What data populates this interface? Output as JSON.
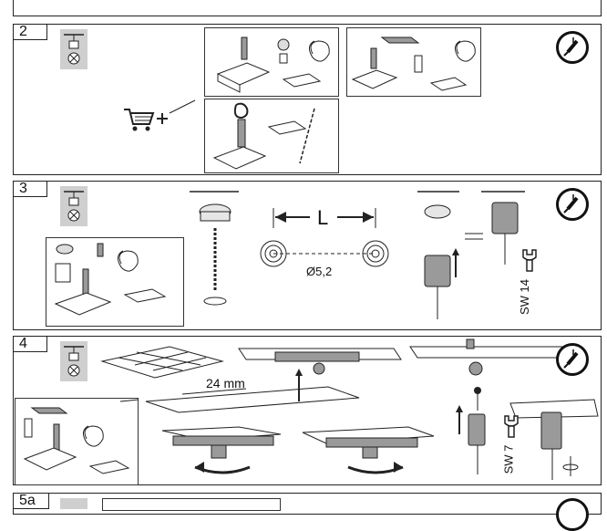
{
  "steps": [
    {
      "number": "2"
    },
    {
      "number": "3"
    },
    {
      "number": "4"
    },
    {
      "number": "5a"
    }
  ],
  "step3": {
    "distance_label": "L",
    "hole_label": "Ø5,2",
    "wrench_label": "SW 14"
  },
  "step4": {
    "offset_label": "24 mm",
    "wrench_label": "SW 7"
  },
  "colors": {
    "line": "#222222",
    "icon_fill": "#cfcfcf",
    "part_grey": "#9a9a9a"
  },
  "icons": [
    "ceiling-mount-icon",
    "screwdriver-tool-icon",
    "shopping-cart-add-icon",
    "wrench-icon",
    "rotate-arrow-icon"
  ]
}
